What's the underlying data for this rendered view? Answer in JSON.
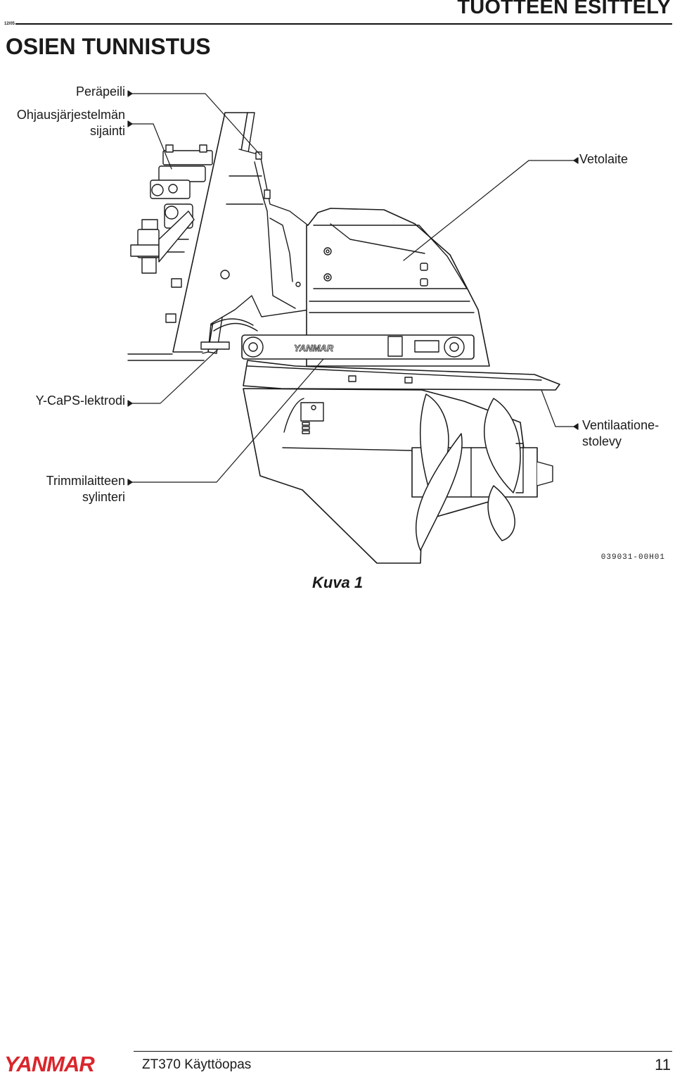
{
  "header": {
    "doc_code": "12/05",
    "section_title": "TUOTTEEN ESITTELY",
    "page_title": "OSIEN TUNNISTUS"
  },
  "figure": {
    "callouts": {
      "transom": "Peräpeili",
      "steering_line1": "Ohjausjärjestelmän",
      "steering_line2": "sijainti",
      "drive": "Vetolaite",
      "ycaps": "Y-CaPS-lektrodi",
      "ventilation_line1": "Ventilaatione-",
      "ventilation_line2": "stolevy",
      "trim_line1": "Trimmilaitteen",
      "trim_line2": "sylinteri"
    },
    "logo_text": "YANMAR",
    "code": "039031-00H01",
    "caption": "Kuva 1"
  },
  "footer": {
    "logo": "YANMAR",
    "manual_title": "ZT370 Käyttöopas",
    "page_number": "11"
  }
}
